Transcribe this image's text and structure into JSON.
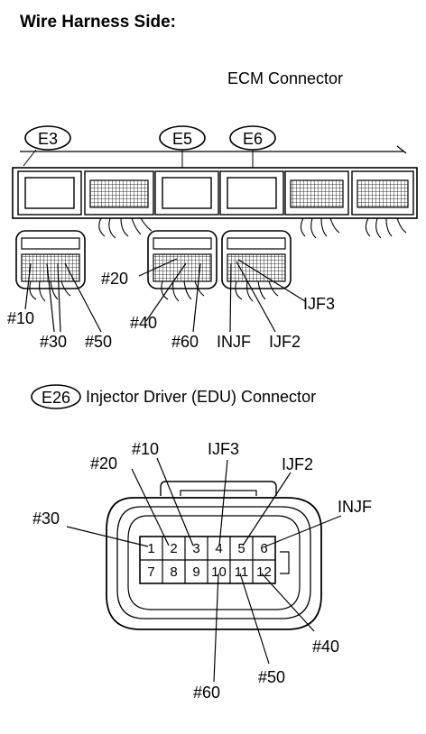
{
  "header": {
    "title": "Wire Harness Side:"
  },
  "ecm": {
    "title": "ECM Connector",
    "connectors": {
      "e3": "E3",
      "e5": "E5",
      "e6": "E6"
    },
    "pin_labels": {
      "p10": "#10",
      "p30": "#30",
      "p50": "#50",
      "p20": "#20",
      "p40": "#40",
      "p60": "#60",
      "injf": "INJF",
      "ijf2": "IJF2",
      "ijf3": "IJF3"
    }
  },
  "edu": {
    "code": "E26",
    "title": "Injector Driver (EDU) Connector",
    "pins_top": [
      "1",
      "2",
      "3",
      "4",
      "5",
      "6"
    ],
    "pins_bottom": [
      "7",
      "8",
      "9",
      "10",
      "11",
      "12"
    ],
    "labels": {
      "p20": "#20",
      "p10": "#10",
      "ijf3": "IJF3",
      "ijf2": "IJF2",
      "injf": "INJF",
      "p30": "#30",
      "p40": "#40",
      "p50": "#50",
      "p60": "#60"
    }
  }
}
